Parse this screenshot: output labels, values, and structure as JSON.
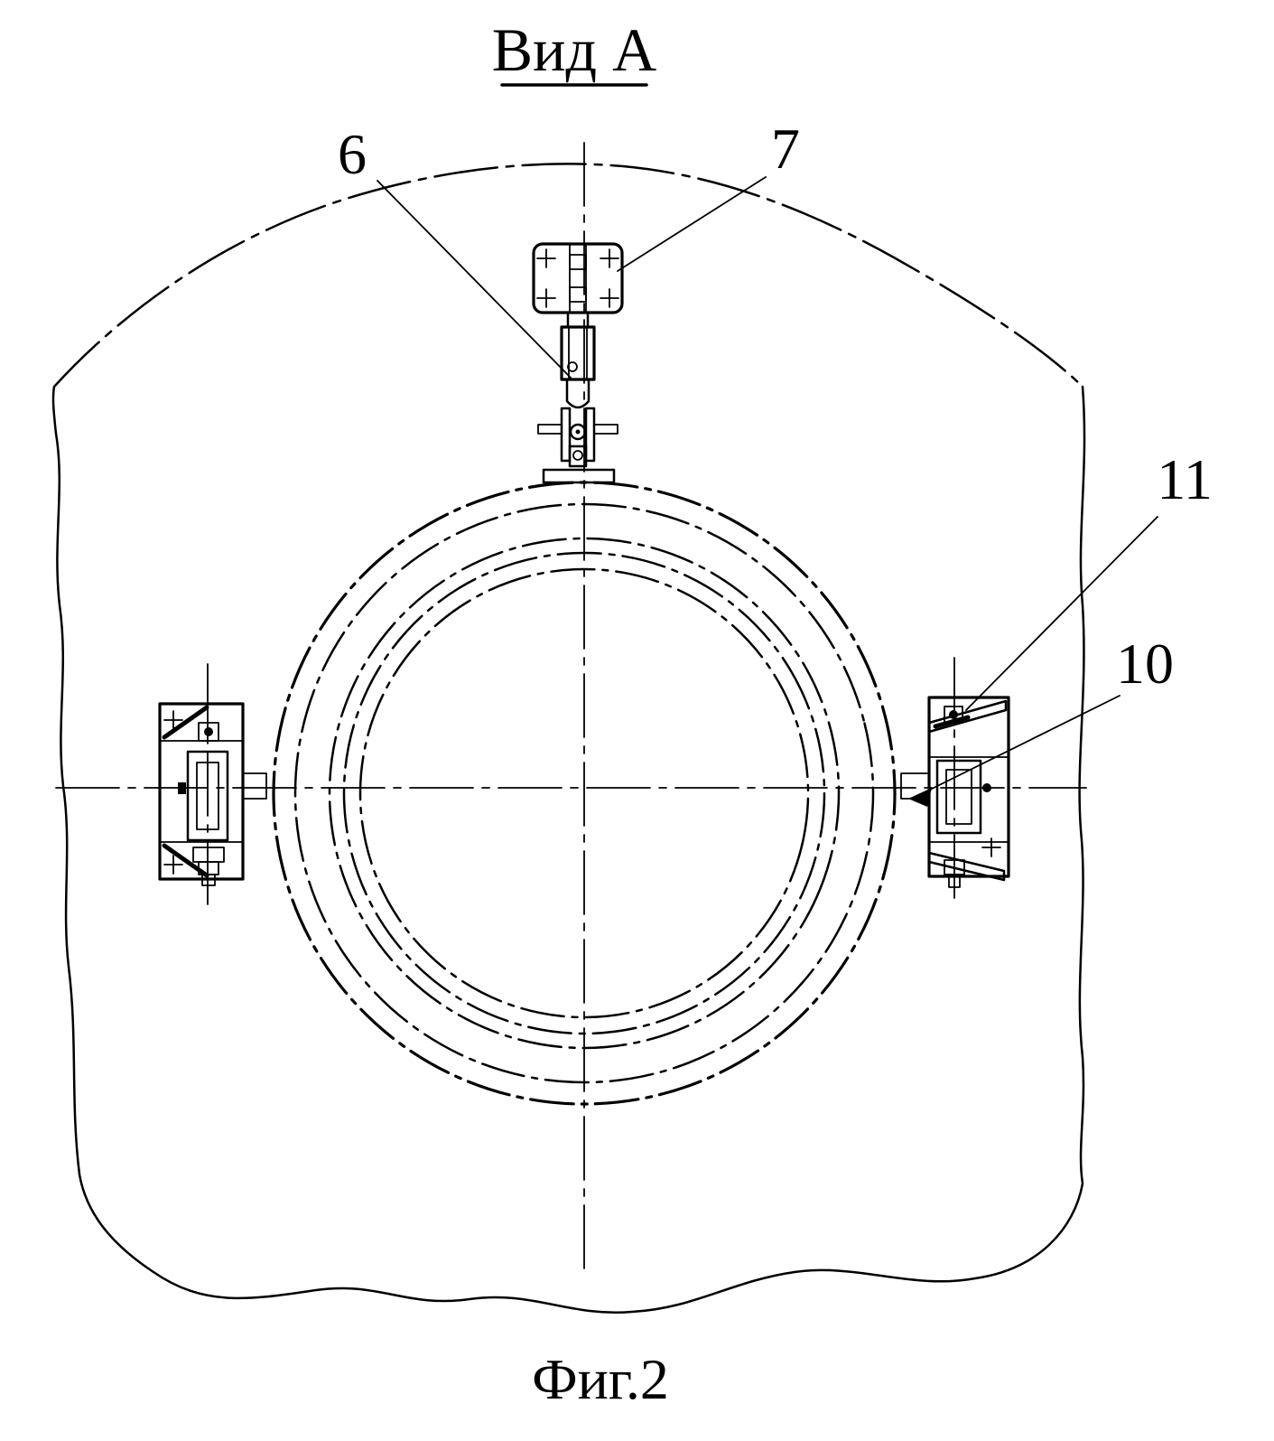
{
  "figure": {
    "view_title": "Вид А",
    "caption": "Фиг.2",
    "ink_color": "#000000",
    "background_color": "#ffffff",
    "callouts": [
      {
        "label": "6"
      },
      {
        "label": "7"
      },
      {
        "label": "11"
      },
      {
        "label": "10"
      }
    ]
  }
}
